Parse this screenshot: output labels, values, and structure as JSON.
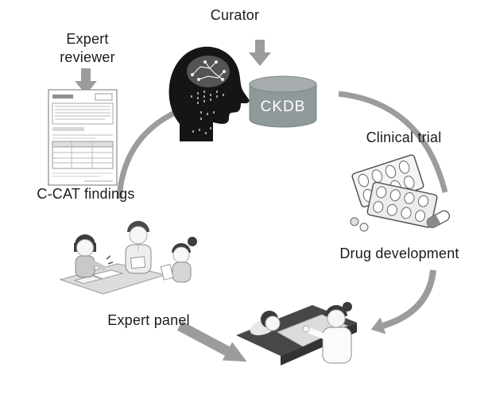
{
  "diagram": {
    "labels": {
      "curator": "Curator",
      "expert_reviewer": "Expert reviewer",
      "ccat_findings": "C-CAT findings",
      "ckdb": "CKDB",
      "clinical_trial": "Clinical trial",
      "drug_development": "Drug development",
      "expert_panel": "Expert panel"
    },
    "colors": {
      "arrow": "#9c9c9c",
      "cylinder_body": "#8f989a",
      "cylinder_top": "#a7adae",
      "label_text": "#1b1b1b",
      "background": "#ffffff",
      "silhouette": "#151515"
    },
    "illustrations": {
      "curator_head": "human head silhouette with circuit brain",
      "ckdb_database": "database cylinder",
      "report_document": "report form document",
      "blister_pack": "medicine blister packs and pills",
      "expert_panel": "three clinicians discussing at a table",
      "patient_care": "nurse attending a child patient"
    }
  }
}
